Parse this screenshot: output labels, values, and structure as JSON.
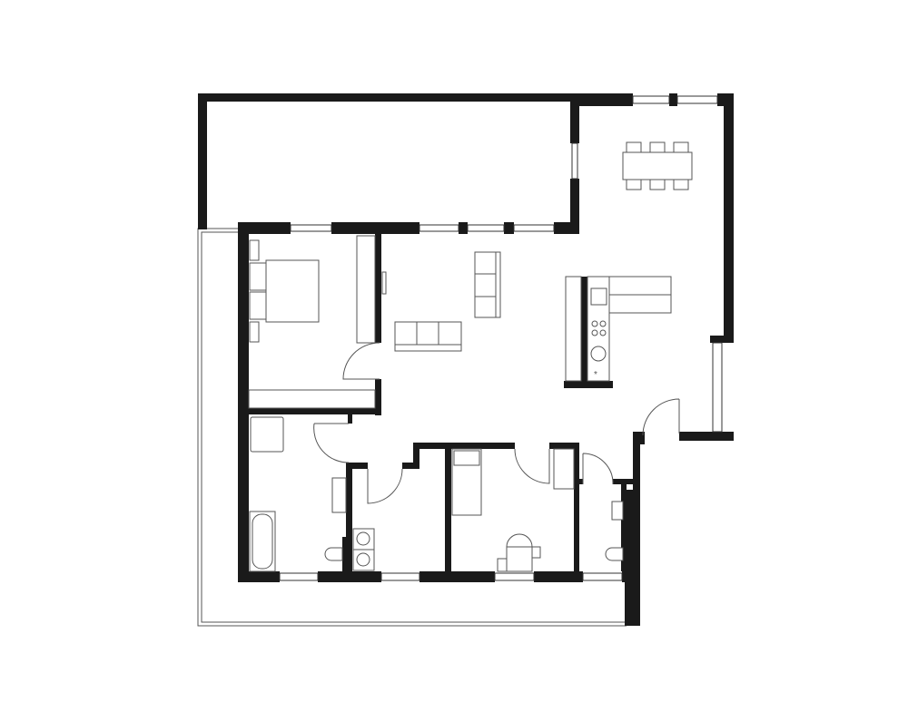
{
  "plan": {
    "type": "apartment-floor-plan",
    "colors": {
      "wall": "#1a1a1a",
      "furniture": "#555555",
      "background": "#ffffff"
    },
    "rooms": [
      "terrace",
      "balcony",
      "living-dining",
      "kitchen",
      "master-bedroom",
      "bathroom",
      "laundry",
      "bedroom",
      "wc"
    ]
  }
}
